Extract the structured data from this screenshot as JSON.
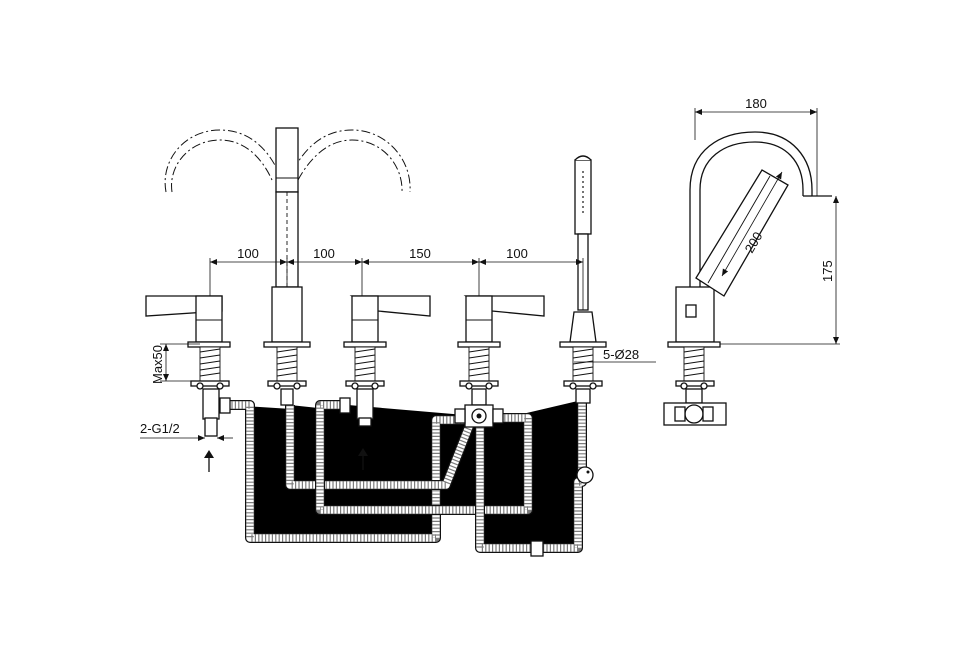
{
  "dimensions": {
    "spacing_1": "100",
    "spacing_2": "100",
    "spacing_3": "150",
    "spacing_4": "100",
    "max_height": "Max50",
    "inlet": "2-G1/2",
    "hole_diameter": "5-Ø28",
    "side_width": "180",
    "side_height": "175",
    "hand_shower_length": "200"
  },
  "colors": {
    "line": "#111111",
    "background": "#ffffff"
  },
  "icons": {
    "inlet_arrow": "arrow-up-icon"
  }
}
